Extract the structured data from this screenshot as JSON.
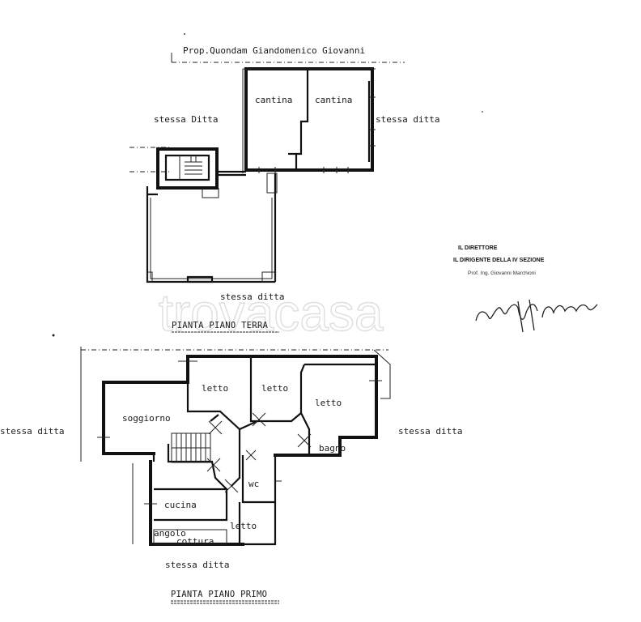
{
  "ground_floor": {
    "title": "PIANTA PIANO TERRA",
    "owner_label": "Prop.Quondam Giandomenico Giovanni",
    "rooms": [
      "cantina",
      "cantina"
    ],
    "neighbors": {
      "left": "stessa Ditta",
      "right": "stessa ditta",
      "bottom": "stessa ditta"
    }
  },
  "first_floor": {
    "title": "PIANTA PIANO PRIMO",
    "rooms": {
      "soggiorno": "soggiorno",
      "letto_1": "letto",
      "letto_2": "letto",
      "letto_3": "letto",
      "bagno": "bagno",
      "wc": "wc",
      "cucina": "cucina",
      "angolo_cottura_1": "angolo",
      "angolo_cottura_2": "cottura",
      "letto_4": "letto"
    },
    "neighbors": {
      "left": "stessa ditta",
      "right": "stessa ditta",
      "bottom": "stessa ditta"
    }
  },
  "stamp": {
    "line1": "IL DIRETTORE",
    "line2": "IL DIRIGENTE DELLA IV SEZIONE",
    "line3": "Prof. Ing. Giovanni Marchioni",
    "signature": "Marchioni"
  },
  "watermark": "trovacasa"
}
